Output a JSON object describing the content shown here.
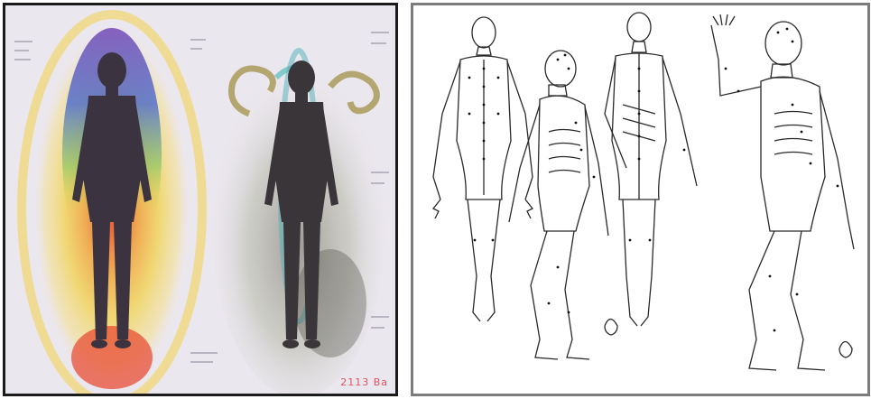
{
  "images": [
    {
      "id": "aura-figures",
      "palette": {
        "background": "#ebe7ee",
        "aura_outer": "#f2d24a",
        "aura_mid": "#f0a23a",
        "aura_red": "#e8432b",
        "aura_green": "#8cc86a",
        "aura_blue": "#4a6ad0",
        "aura_violet": "#7a52b8",
        "dull_aura": "#8c9a86",
        "silhouette": "#3b3440"
      },
      "watermark": "2113 Ba"
    },
    {
      "id": "acupuncture-meridian-chart",
      "palette": {
        "background": "#ffffff",
        "line": "#2a2a2a",
        "points": "#111111"
      }
    }
  ]
}
